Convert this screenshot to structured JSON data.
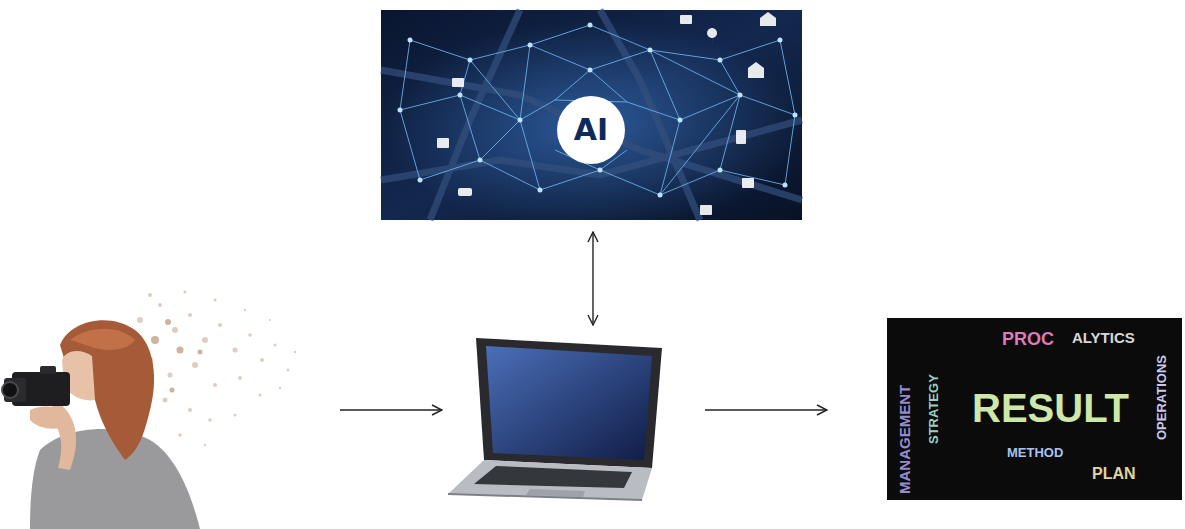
{
  "diagram": {
    "nodes": [
      {
        "text": [
          "AI"
        ]
      },
      {
        "text": []
      },
      {
        "text": []
      },
      {
        "text": [
          "RESULT",
          "MANAGEMENT",
          "PROC",
          "ALYTICS",
          "OPERATIONS",
          "STRATEGY",
          "METHOD",
          "PLAN"
        ]
      }
    ],
    "edges": [
      {
        "from": 1,
        "to": 2,
        "arrow": "to"
      },
      {
        "from": 2,
        "to": 0,
        "arrow": "both"
      },
      {
        "from": 2,
        "to": 3,
        "arrow": "to"
      }
    ]
  }
}
